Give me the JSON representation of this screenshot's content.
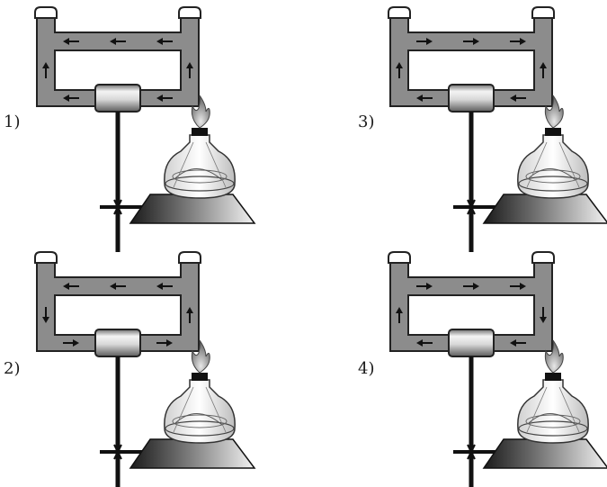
{
  "panels": [
    {
      "label": "1)",
      "arrows": {
        "top": "left",
        "bottom": "left",
        "left": "up",
        "right": "up"
      }
    },
    {
      "label": "2)",
      "arrows": {
        "top": "left",
        "bottom": "right",
        "left": "down",
        "right": "up"
      }
    },
    {
      "label": "3)",
      "arrows": {
        "top": "right",
        "bottom": "left",
        "left": "up",
        "right": "up"
      }
    },
    {
      "label": "4)",
      "arrows": {
        "top": "right",
        "bottom": "left",
        "left": "up",
        "right": "down"
      }
    }
  ],
  "colors": {
    "tube": "#8c8c8c",
    "tube_outline": "#222222",
    "arrow": "#111111",
    "stand": "#111111",
    "flame": "#777777"
  }
}
